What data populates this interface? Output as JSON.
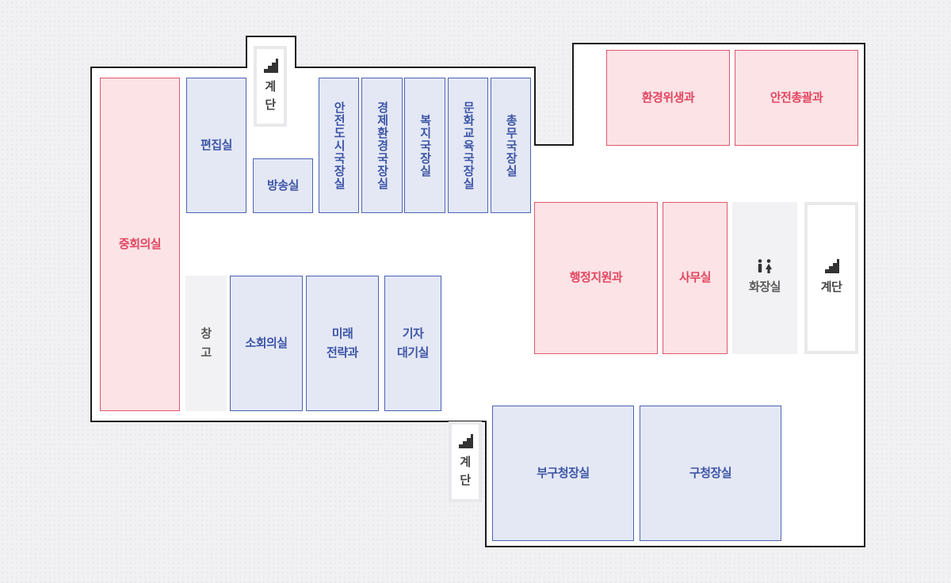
{
  "floor_plan": {
    "rooms": {
      "conference_mid": "중회의실",
      "editing": "편집실",
      "broadcast": "방송실",
      "stairs_top": "계\n단",
      "safety_director": "안전도시국장실",
      "economy_director": "경제환경국장실",
      "welfare_director": "복지국장실",
      "culture_director": "문화교육국장실",
      "general_director": "총무국장실",
      "environment_dept": "환경위생과",
      "safety_dept": "안전총괄과",
      "admin_support": "행정지원과",
      "office": "사무실",
      "restroom": "화장실",
      "stairs_right": "계단",
      "storage": "창\n고",
      "conference_small": "소회의실",
      "future_strategy": "미래\n전략과",
      "press_room": "기자\n대기실",
      "stairs_bottom": "계\n단",
      "deputy_mayor": "부구청장실",
      "mayor": "구청장실"
    },
    "icons": {
      "stairs": "stairs-icon",
      "restroom": "restroom-icon"
    },
    "colors": {
      "blue_fill": "#e4e8f5",
      "blue_stroke": "#4a63b3",
      "pink_fill": "#fbe3e6",
      "pink_stroke": "#e2566c",
      "outline": "#1a1a1a"
    }
  }
}
